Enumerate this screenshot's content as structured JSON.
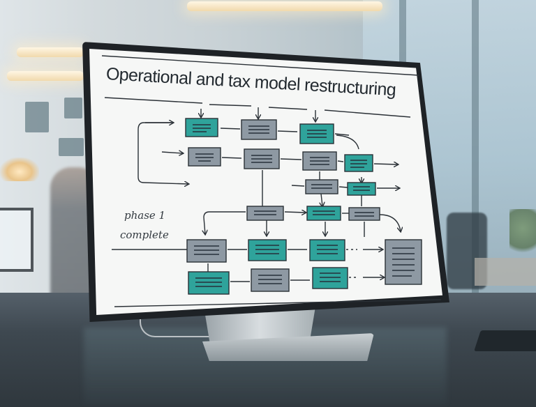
{
  "screen": {
    "title": "Operational and tax model restructuring",
    "annotation_line1": "phase 1",
    "annotation_line2": "complete"
  },
  "colors": {
    "teal_box": "#2fa39b",
    "gray_box": "#8e99a3",
    "ink": "#2a3036",
    "screen_bg": "#f6f7f6"
  }
}
